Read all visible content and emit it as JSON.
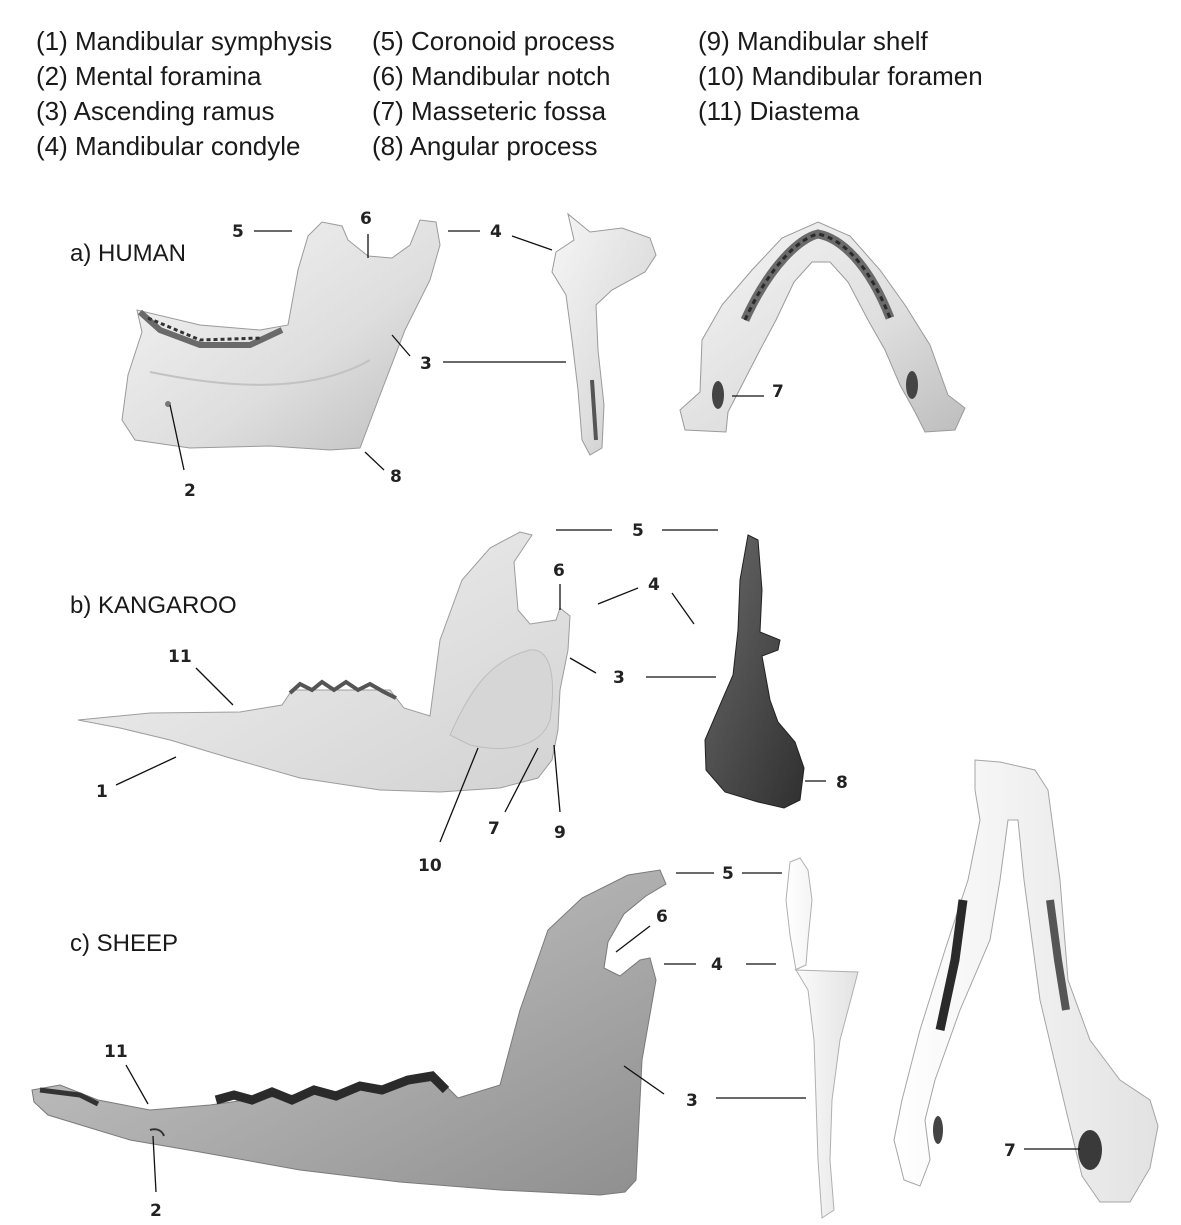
{
  "legend": [
    "(1) Mandibular symphysis",
    "(2) Mental foramina",
    "(3) Ascending ramus",
    "(4) Mandibular condyle",
    "(5) Coronoid process",
    "(6) Mandibular notch",
    "(7) Masseteric fossa",
    "(8) Angular process",
    "(9) Mandibular shelf",
    "(10)  Mandibular foramen",
    "(11) Diastema"
  ],
  "panels": {
    "human": {
      "title": "a) HUMAN",
      "labels": [
        "5",
        "6",
        "4",
        "3",
        "2",
        "8",
        "7"
      ]
    },
    "kangaroo": {
      "title": "b) KANGAROO",
      "labels": [
        "5",
        "6",
        "4",
        "11",
        "3",
        "1",
        "8",
        "10",
        "7",
        "9"
      ]
    },
    "sheep": {
      "title": "c) SHEEP",
      "labels": [
        "5",
        "6",
        "4",
        "11",
        "3",
        "2",
        "7"
      ]
    }
  },
  "colors": {
    "bone_light": "#ececec",
    "bone_mid": "#b5b5b5",
    "bone_dark": "#4a4a4a",
    "teeth": "#555555"
  }
}
